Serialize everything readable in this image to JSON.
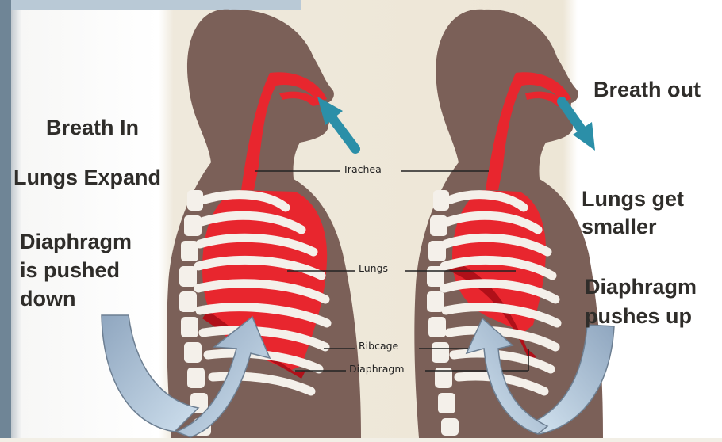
{
  "left_panel": {
    "breath": "Breath In",
    "lungs": "Lungs Expand",
    "diaphragm_lines": [
      "Diaphragm",
      "is pushed",
      "down"
    ]
  },
  "right_panel": {
    "breath": "Breath out",
    "lungs_lines": [
      "Lungs get",
      "smaller"
    ],
    "diaphragm_lines": [
      "Diaphragm",
      "pushes up"
    ]
  },
  "labels": {
    "trachea": "Trachea",
    "lungs": "Lungs",
    "ribcage": "Ribcage",
    "diaphragm": "Diaphragm"
  },
  "colors": {
    "body": "#7b6058",
    "lungs": "#e8262e",
    "ribs": "#f4f0ea",
    "air_arrow": "#2b8fa8",
    "movement_arrow": "#a9c4dc"
  }
}
